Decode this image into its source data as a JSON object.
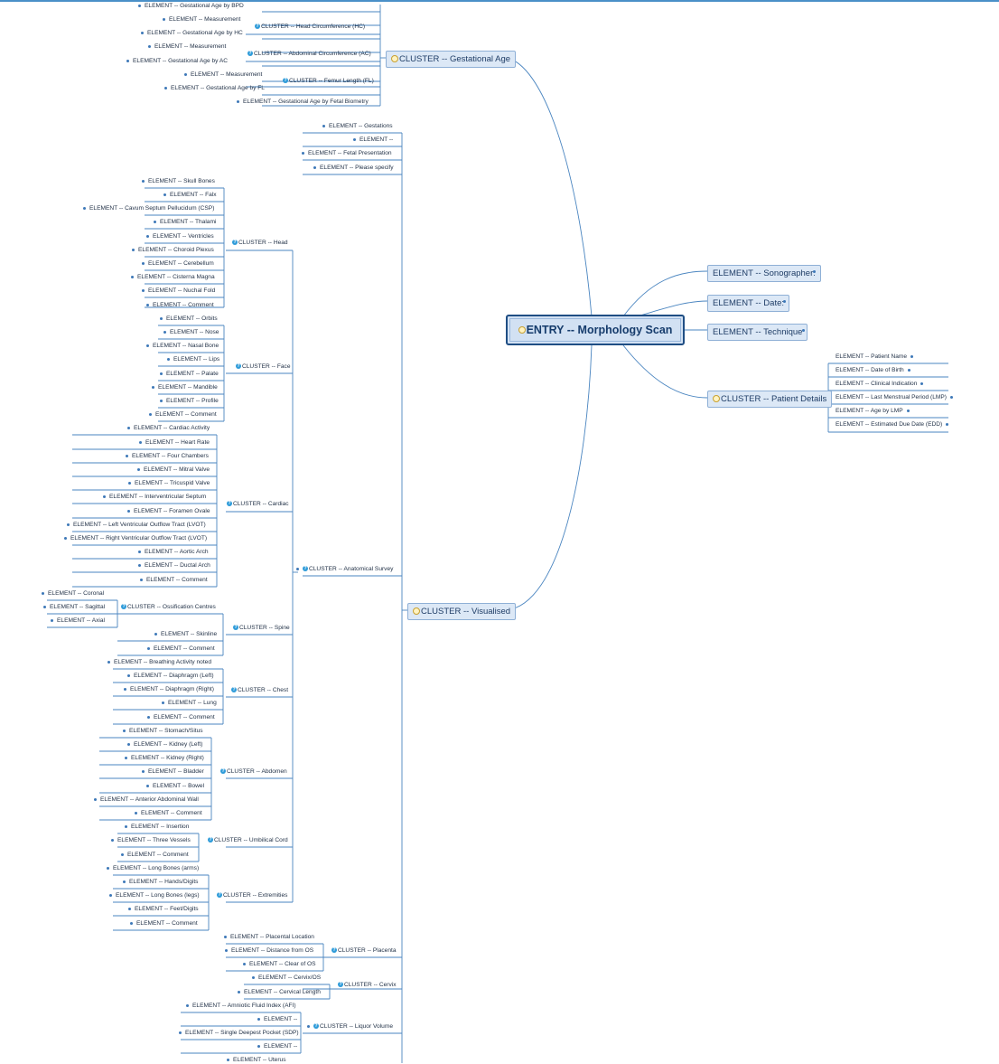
{
  "root": {
    "label": "ENTRY -- Morphology Scan"
  },
  "right": {
    "sonographer": "ELEMENT -- Sonographer:",
    "date": "ELEMENT -- Date:",
    "technique": "ELEMENT -- Technique",
    "patient_details": "CLUSTER -- Patient Details",
    "patient_items": [
      "ELEMENT -- Patient Name",
      "ELEMENT -- Date of Birth",
      "ELEMENT -- Clinical Indication",
      "ELEMENT -- Last Menstrual Period (LMP)",
      "ELEMENT -- Age by LMP",
      "ELEMENT -- Estimated Due Date (EDD)"
    ]
  },
  "gestational_age": {
    "label": "CLUSTER -- Gestational Age",
    "items": [
      "ELEMENT -- Gestational Age by BPD",
      "ELEMENT -- Measurement",
      "CLUSTER -- Head Circumference (HC)",
      "ELEMENT -- Gestational Age by HC",
      "ELEMENT -- Measurement",
      "CLUSTER -- Abdominal Circumference (AC)",
      "ELEMENT -- Gestational Age by AC",
      "ELEMENT -- Measurement",
      "CLUSTER -- Femur Length (FL)",
      "ELEMENT -- Gestational Age by FL",
      "ELEMENT -- Gestational Age by Fetal Biometry"
    ]
  },
  "visualised": {
    "label": "CLUSTER -- Visualised",
    "top_items": [
      "ELEMENT -- Gestations",
      "ELEMENT --",
      "ELEMENT -- Fetal Presentation",
      "ELEMENT -- Please specify"
    ],
    "anatomical_survey": "CLUSTER -- Anatomical Survey",
    "head": {
      "label": "CLUSTER -- Head",
      "items": [
        "ELEMENT -- Skull Bones",
        "ELEMENT -- Falx",
        "ELEMENT -- Cavum Septum Pellucidum (CSP)",
        "ELEMENT -- Thalami",
        "ELEMENT -- Ventricles",
        "ELEMENT -- Choroid Plexus",
        "ELEMENT -- Cerebellum",
        "ELEMENT -- Cisterna Magna",
        "ELEMENT -- Nuchal Fold",
        "ELEMENT -- Comment"
      ]
    },
    "face": {
      "label": "CLUSTER -- Face",
      "items": [
        "ELEMENT -- Orbits",
        "ELEMENT -- Nose",
        "ELEMENT -- Nasal Bone",
        "ELEMENT -- Lips",
        "ELEMENT -- Palate",
        "ELEMENT -- Mandible",
        "ELEMENT -- Profile",
        "ELEMENT -- Comment"
      ]
    },
    "cardiac": {
      "label": "CLUSTER -- Cardiac",
      "items": [
        "ELEMENT -- Cardiac Activity",
        "ELEMENT -- Heart Rate",
        "ELEMENT -- Four Chambers",
        "ELEMENT -- Mitral Valve",
        "ELEMENT -- Tricuspid Valve",
        "ELEMENT -- Interventricular Septum",
        "ELEMENT -- Foramen Ovale",
        "ELEMENT -- Left Ventricular Outflow Tract (LVOT)",
        "ELEMENT -- Right Ventricular Outflow Tract (LVOT)",
        "ELEMENT -- Aortic Arch",
        "ELEMENT -- Ductal Arch",
        "ELEMENT -- Comment"
      ]
    },
    "ossification": {
      "label": "CLUSTER -- Ossification Centres",
      "items": [
        "ELEMENT -- Coronal",
        "ELEMENT -- Sagittal",
        "ELEMENT -- Axial"
      ]
    },
    "spine": {
      "label": "CLUSTER -- Spine",
      "items": [
        "ELEMENT -- Skinline",
        "ELEMENT -- Comment"
      ]
    },
    "chest": {
      "label": "CLUSTER -- Chest",
      "items": [
        "ELEMENT -- Breathing Activity noted",
        "ELEMENT -- Diaphragm (Left)",
        "ELEMENT -- Diaphragm (Right)",
        "ELEMENT -- Lung",
        "ELEMENT -- Comment"
      ]
    },
    "abdomen": {
      "label": "CLUSTER -- Abdomen",
      "items": [
        "ELEMENT -- Stomach/Situs",
        "ELEMENT -- Kidney (Left)",
        "ELEMENT -- Kidney (Right)",
        "ELEMENT -- Bladder",
        "ELEMENT -- Bowel",
        "ELEMENT -- Anterior Abdominal Wall",
        "ELEMENT -- Comment"
      ]
    },
    "umbilical": {
      "label": "CLUSTER -- Umbilical Cord",
      "items": [
        "ELEMENT -- Insertion",
        "ELEMENT -- Three Vessels",
        "ELEMENT -- Comment"
      ]
    },
    "extremities": {
      "label": "CLUSTER -- Extremities",
      "items": [
        "ELEMENT -- Long Bones (arms)",
        "ELEMENT -- Hands/Digits",
        "ELEMENT -- Long Bones (legs)",
        "ELEMENT -- Feet/Digits",
        "ELEMENT -- Comment"
      ]
    },
    "placenta": {
      "label": "CLUSTER -- Placenta",
      "items": [
        "ELEMENT -- Placental Location",
        "ELEMENT -- Distance from OS",
        "ELEMENT -- Clear of OS"
      ]
    },
    "cervix": {
      "label": "CLUSTER -- Cervix",
      "items": [
        "ELEMENT -- Cervix/OS",
        "ELEMENT -- Cervical Length"
      ]
    },
    "liquor": {
      "label": "CLUSTER -- Liquor Volume",
      "items": [
        "ELEMENT -- Amniotic Fluid Index (AFI)",
        "ELEMENT --",
        "ELEMENT -- Single Deepest Pocket (SDP)",
        "ELEMENT --"
      ]
    },
    "uterus": "ELEMENT -- Uterus"
  },
  "colors": {
    "line": "#4a85c0",
    "box_fill": "#dce8f6",
    "root_border": "#1f4e84"
  }
}
